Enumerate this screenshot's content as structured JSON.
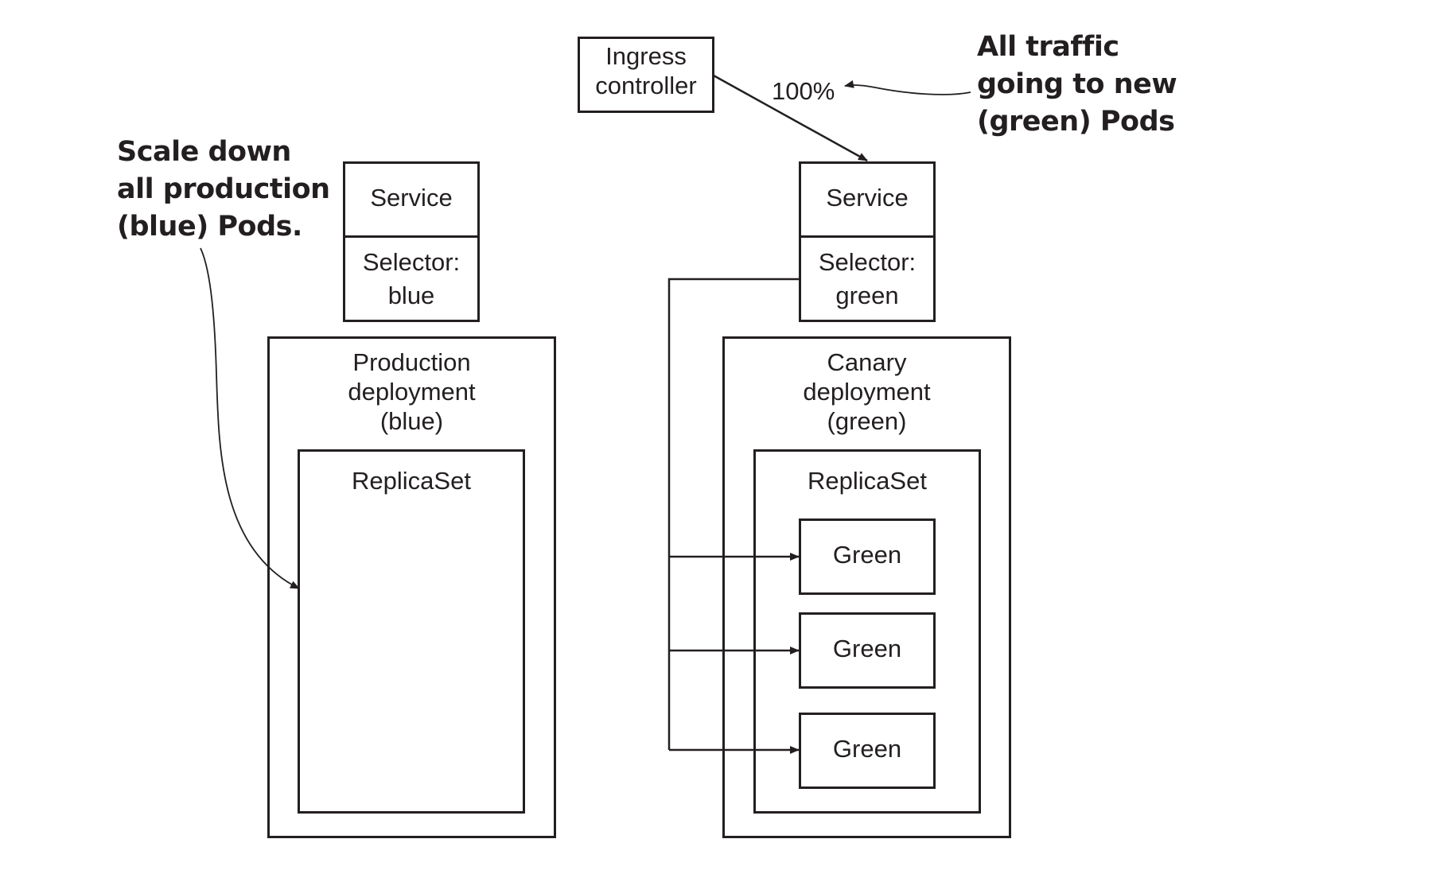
{
  "left_note": "Scale down\nall production\n(blue) Pods.",
  "right_note": "All traffic\ngoing to new\n(green) Pods",
  "ingress": {
    "label": "Ingress\ncontroller"
  },
  "traffic_percent": "100%",
  "blue_service": {
    "title": "Service",
    "selector": "Selector:\nblue"
  },
  "green_service": {
    "title": "Service",
    "selector": "Selector:\ngreen"
  },
  "production_deployment": {
    "label": "Production\ndeployment\n(blue)",
    "replicaset_label": "ReplicaSet"
  },
  "canary_deployment": {
    "label": "Canary\ndeployment\n(green)",
    "replicaset_label": "ReplicaSet",
    "pods": [
      "Green",
      "Green",
      "Green"
    ]
  },
  "colors": {
    "stroke": "#231f20",
    "background": "#ffffff"
  }
}
